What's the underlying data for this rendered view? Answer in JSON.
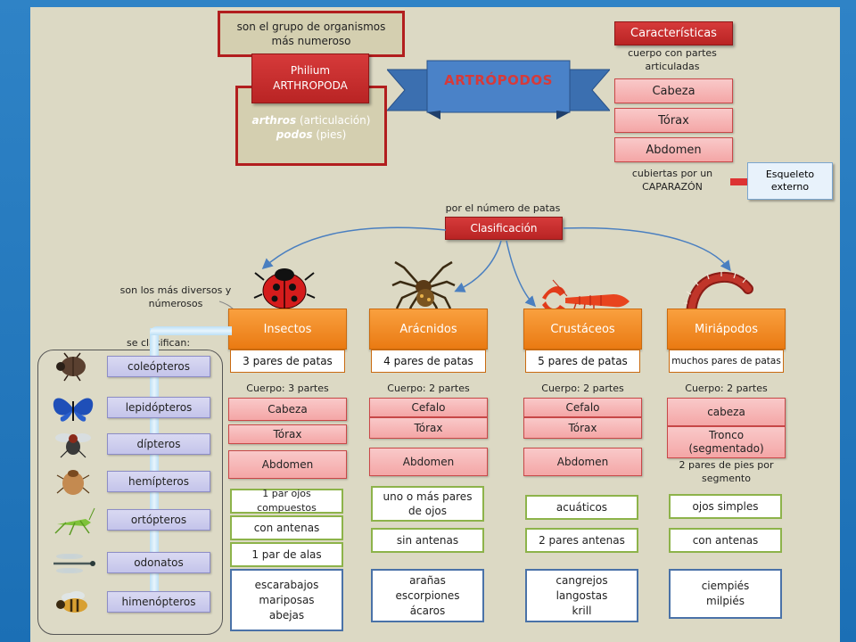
{
  "top": {
    "group_note": "son el grupo de organismos\nmás numeroso",
    "phylum": "Philium\nARTHROPODA",
    "etym_1_word": "arthros",
    "etym_1_meaning": " (articulación)",
    "etym_2_word": "podos",
    "etym_2_meaning": " (pies)",
    "banner": "ARTRÓPODOS"
  },
  "characteristics": {
    "title": "Características",
    "intro": "cuerpo con partes\narticuladas",
    "parts": [
      "Cabeza",
      "Tórax",
      "Abdomen"
    ],
    "covered": "cubiertas por un\nCAPARAZÓN",
    "exoskeleton": "Esqueleto\nexterno"
  },
  "classification": {
    "note": "por el número de patas",
    "title": "Clasificación"
  },
  "side_notes": {
    "diverse": "son los más diversos y\nnúmerosos",
    "classified": "se clasifican:"
  },
  "groups": [
    {
      "name": "Insectos",
      "legs": "3 pares de patas",
      "body": "Cuerpo: 3 partes",
      "parts": [
        "Cabeza",
        "Tórax",
        "Abdomen"
      ],
      "features": [
        "1 par ojos compuestos",
        "con antenas",
        "1 par de alas"
      ],
      "examples": "escarabajos\nmariposas\nabejas",
      "icon": "ladybug-icon"
    },
    {
      "name": "Arácnidos",
      "legs": "4 pares de patas",
      "body": "Cuerpo: 2 partes",
      "parts": [
        "Cefalo",
        "Tórax",
        "Abdomen"
      ],
      "features": [
        "uno o más pares\nde ojos",
        "sin antenas"
      ],
      "examples": "arañas\nescorpiones\nácaros",
      "icon": "spider-icon"
    },
    {
      "name": "Crustáceos",
      "legs": "5 pares de patas",
      "body": "Cuerpo: 2 partes",
      "parts": [
        "Cefalo",
        "Tórax",
        "Abdomen"
      ],
      "features": [
        "acuáticos",
        "2 pares antenas"
      ],
      "examples": "cangrejos\nlangostas\nkrill",
      "icon": "lobster-icon"
    },
    {
      "name": "Miriápodos",
      "legs": "muchos pares de patas",
      "body": "Cuerpo:  2 partes",
      "parts": [
        "cabeza",
        "Tronco\n(segmentado)"
      ],
      "pair_note": "2 pares de pies por\nsegmento",
      "features": [
        "ojos simples",
        "con antenas"
      ],
      "examples": "ciempiés\nmilpiés",
      "icon": "centipede-icon"
    }
  ],
  "insect_orders": [
    {
      "label": "coleópteros",
      "icon": "beetle-icon"
    },
    {
      "label": "lepidópteros",
      "icon": "butterfly-icon"
    },
    {
      "label": "dípteros",
      "icon": "fly-icon"
    },
    {
      "label": "hemípteros",
      "icon": "bug-icon"
    },
    {
      "label": "ortópteros",
      "icon": "grasshopper-icon"
    },
    {
      "label": "odonatos",
      "icon": "dragonfly-icon"
    },
    {
      "label": "himenópteros",
      "icon": "bee-icon"
    }
  ],
  "colors": {
    "background": "#dcd9c4",
    "red": "#c62f2f",
    "pink": "#f4a6a6",
    "orange": "#ef8a1d",
    "banner": "#2e5f9e",
    "lavender": "#c9c9ee",
    "green": "#8db34a",
    "blue": "#4a72a8"
  }
}
